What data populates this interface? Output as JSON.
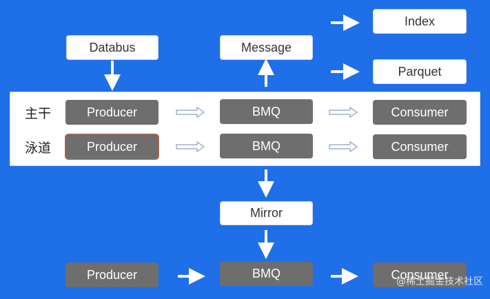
{
  "top": {
    "databus": "Databus",
    "message": "Message",
    "index": "Index",
    "parquet": "Parquet"
  },
  "main_row": {
    "label": "主干",
    "producer": "Producer",
    "bmq": "BMQ",
    "consumer": "Consumer"
  },
  "swim_row": {
    "label": "泳道",
    "producer": "Producer",
    "bmq": "BMQ",
    "consumer": "Consumer"
  },
  "mirror": "Mirror",
  "bottom_row": {
    "producer": "Producer",
    "bmq": "BMQ",
    "consumer": "Consumer"
  },
  "watermark": "@稀土掘金技术社区",
  "colors": {
    "background": "#1f6fe8",
    "node_dark": "#6e6e6e",
    "node_light": "#ffffff"
  }
}
